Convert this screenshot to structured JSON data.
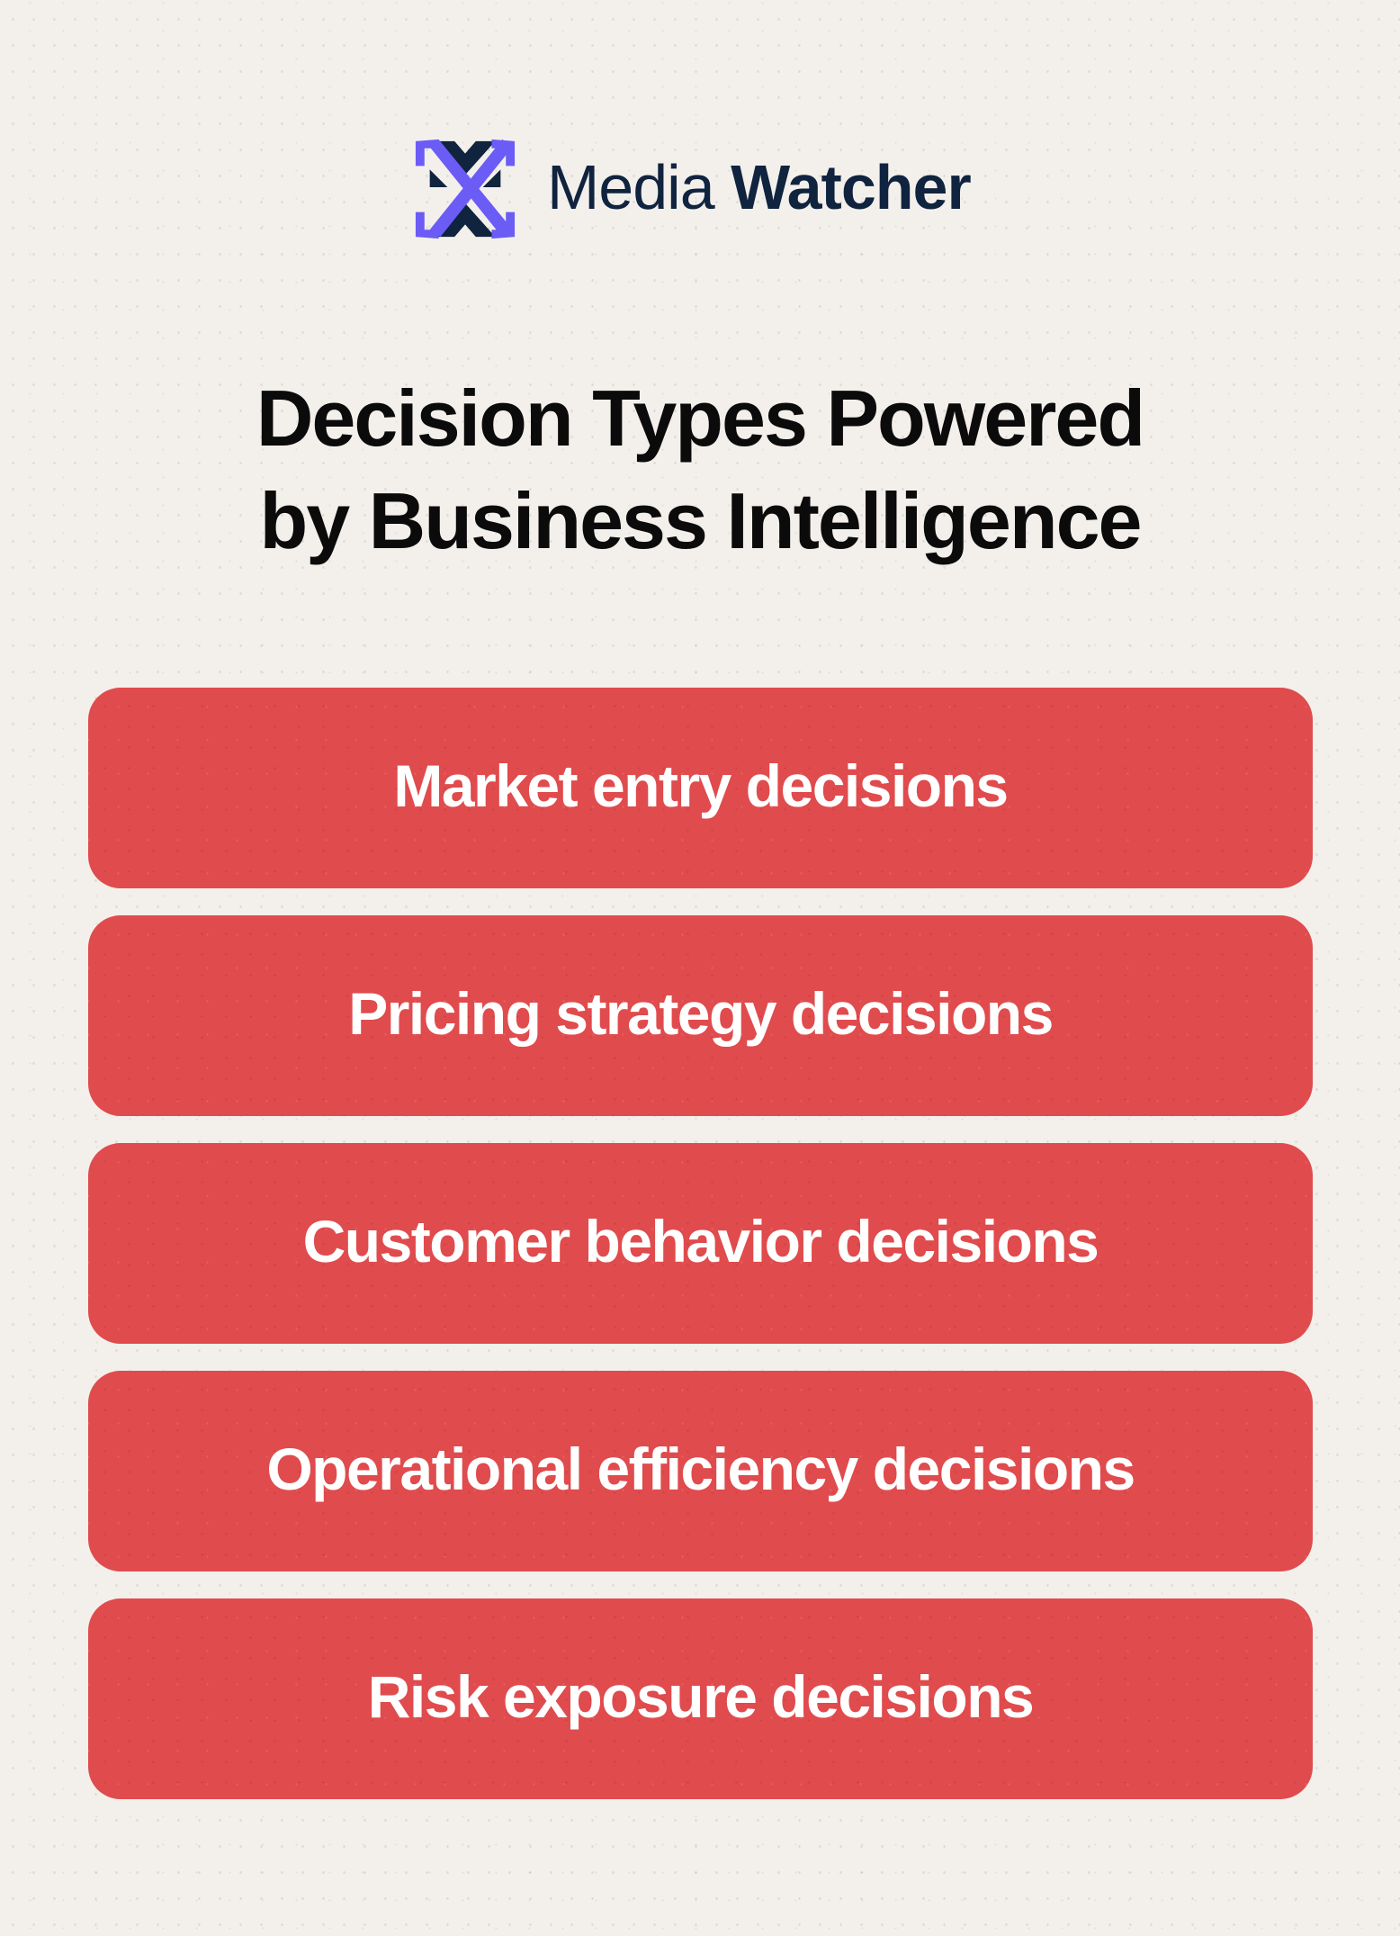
{
  "brand": {
    "name_light": "Media",
    "name_bold": "Watcher",
    "logo_icon": "media-watcher-x-arrows-logo",
    "colors": {
      "logo_purple": "#6b5cf6",
      "logo_navy": "#10233f",
      "wordmark": "#10233f"
    }
  },
  "title": {
    "line1": "Decision Types Powered",
    "line2": "by Business Intelligence",
    "color": "#0b0b0b"
  },
  "cards": [
    {
      "label": "Market entry decisions"
    },
    {
      "label": "Pricing strategy decisions"
    },
    {
      "label": "Customer behavior decisions"
    },
    {
      "label": "Operational efficiency decisions"
    },
    {
      "label": "Risk exposure decisions"
    }
  ],
  "colors": {
    "background": "#f3f0eb",
    "card": "#e04b4d",
    "card_text": "#ffffff"
  }
}
